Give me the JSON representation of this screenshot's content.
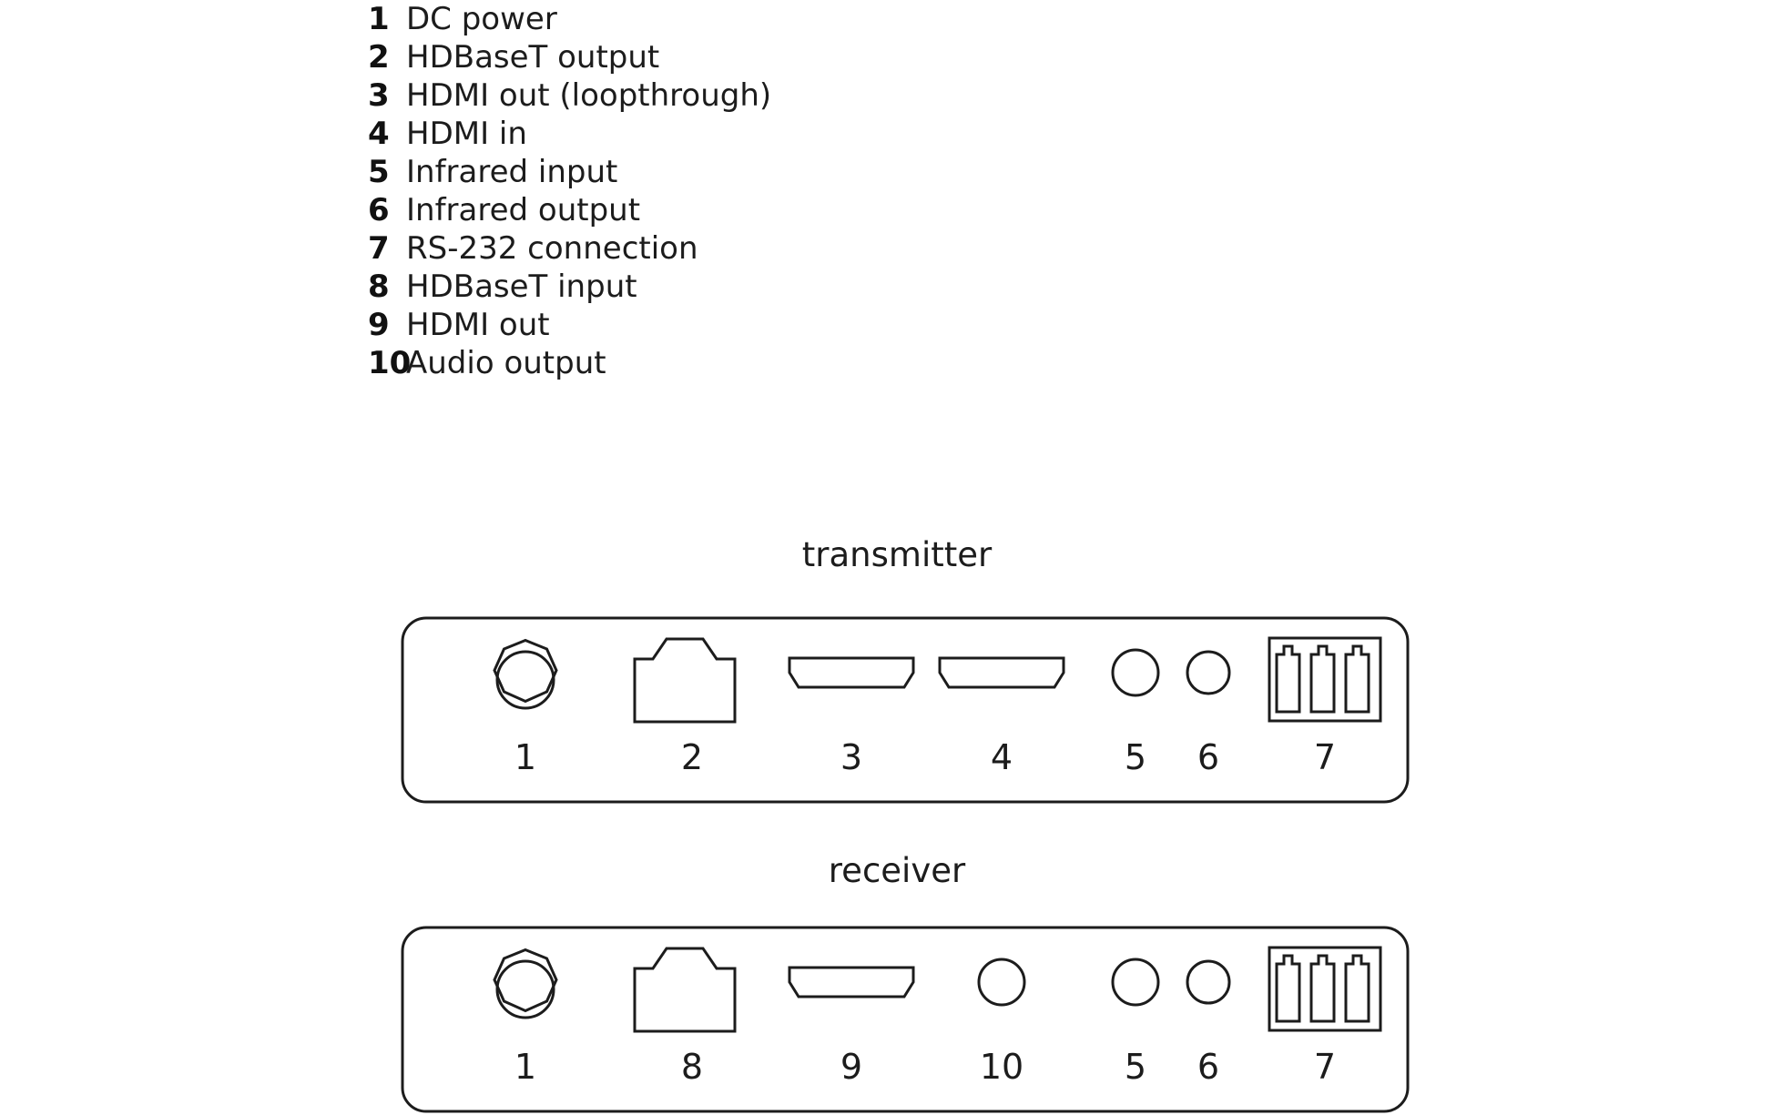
{
  "legend": [
    {
      "num": "1",
      "text": "DC power"
    },
    {
      "num": "2",
      "text": "HDBaseT output"
    },
    {
      "num": "3",
      "text": "HDMI out (loopthrough)"
    },
    {
      "num": "4",
      "text": "HDMI in"
    },
    {
      "num": "5",
      "text": "Infrared input"
    },
    {
      "num": "6",
      "text": "Infrared output"
    },
    {
      "num": "7",
      "text": "RS-232 connection"
    },
    {
      "num": "8",
      "text": "HDBaseT input"
    },
    {
      "num": "9",
      "text": "HDMI out"
    },
    {
      "num": "10",
      "text": "Audio output"
    }
  ],
  "transmitter": {
    "title": "transmitter",
    "ports": [
      {
        "type": "dc-power",
        "label": "1"
      },
      {
        "type": "rj45",
        "label": "2"
      },
      {
        "type": "hdmi",
        "label": "3"
      },
      {
        "type": "hdmi",
        "label": "4"
      },
      {
        "type": "jack-3.5mm",
        "label": "5"
      },
      {
        "type": "jack-3.5mm",
        "label": "6"
      },
      {
        "type": "terminal-block-3pin",
        "label": "7"
      }
    ]
  },
  "receiver": {
    "title": "receiver",
    "ports": [
      {
        "type": "dc-power",
        "label": "1"
      },
      {
        "type": "rj45",
        "label": "8"
      },
      {
        "type": "hdmi",
        "label": "9"
      },
      {
        "type": "jack-3.5mm",
        "label": "10"
      },
      {
        "type": "jack-3.5mm",
        "label": "5"
      },
      {
        "type": "jack-3.5mm",
        "label": "6"
      },
      {
        "type": "terminal-block-3pin",
        "label": "7"
      }
    ]
  },
  "colors": {
    "stroke": "#1c1c1c",
    "background": "#ffffff"
  }
}
